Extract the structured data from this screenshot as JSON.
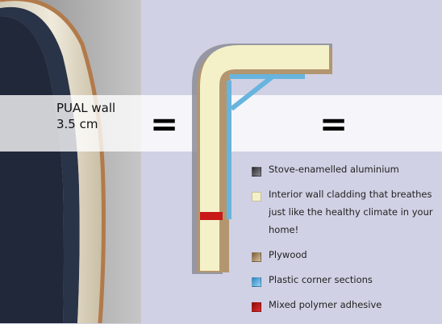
{
  "caption": {
    "wall_line1": "PUAL wall",
    "wall_line2": "3.5 cm",
    "equals_left": "=",
    "equals_right": "="
  },
  "legend": [
    {
      "label": "Stove-enamelled aluminium",
      "color": "#6e6e72",
      "icon": "dark-metal-swatch"
    },
    {
      "label": "Interior wall cladding that breathes just like the healthy climate in your home!",
      "color": "#f4f1c9",
      "icon": "cream-swatch"
    },
    {
      "label": "Plywood",
      "color": "#b3966f",
      "icon": "tan-swatch"
    },
    {
      "label": "Plastic corner sections",
      "color": "#67b4de",
      "icon": "blue-swatch"
    },
    {
      "label": "Mixed polymer adhesive",
      "color": "#c81818",
      "icon": "red-swatch"
    }
  ],
  "colors": {
    "background": "#d0d1e4",
    "band": "#f4f4fa",
    "cladding": "#f4f1c9",
    "plywood": "#b3966f",
    "plastic": "#67b4de",
    "adhesive": "#c81818",
    "aluminium": "#6e6e72"
  }
}
